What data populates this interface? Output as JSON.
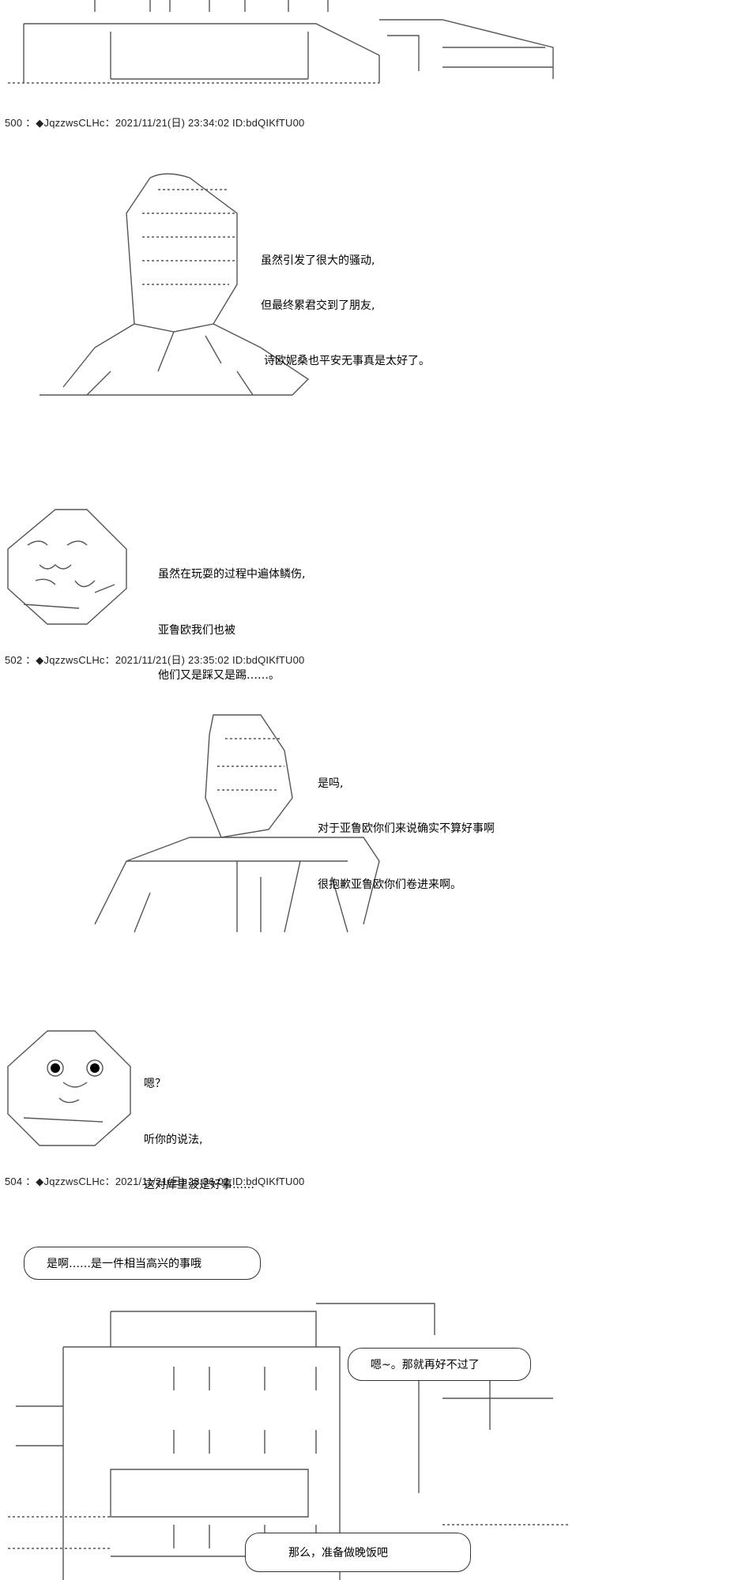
{
  "posts": [
    {
      "header": "500 ：◆JqzzwsCLHc：2021/11/21(日) 23:34:02 ID:bdQIKfTU00",
      "lines": [
        "虽然引发了很大的骚动,",
        "但最终累君交到了朋友,",
        "诗欧妮桑也平安无事真是太好了。"
      ]
    },
    {
      "lines": [
        "虽然在玩耍的过程中遍体鳞伤,",
        "亚鲁欧我们也被",
        "他们又是踩又是踢……。"
      ]
    },
    {
      "header": "502 ：◆JqzzwsCLHc：2021/11/21(日) 23:35:02 ID:bdQIKfTU00",
      "lines": [
        "是吗,",
        "对于亚鲁欧你们来说确实不算好事啊",
        "很抱歉亚鲁欧你们卷进来啊。"
      ]
    },
    {
      "lines": [
        "嗯？",
        "听你的说法,",
        "这对库里波是好事……"
      ]
    },
    {
      "header": "504 ：◆JqzzwsCLHc：2021/11/21(日) 23:36:02 ID:bdQIKfTU00",
      "bubbles": [
        "是啊……是一件相当高兴的事哦",
        "嗯~。那就再好不过了",
        "那么，准备做晚饭吧"
      ]
    }
  ]
}
